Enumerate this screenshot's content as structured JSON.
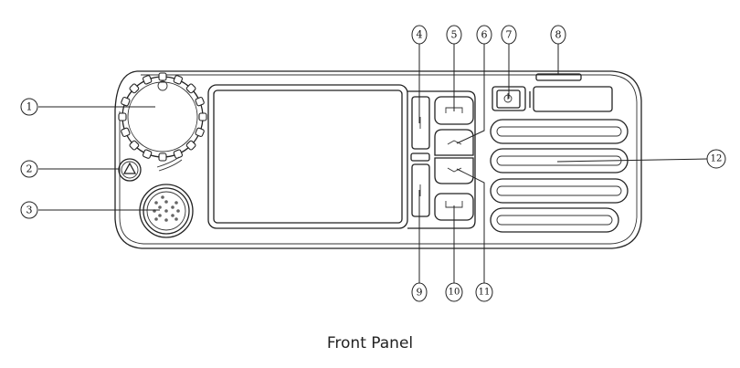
{
  "diagram": {
    "callouts": [
      {
        "label": "1"
      },
      {
        "label": "2"
      },
      {
        "label": "3"
      },
      {
        "label": "4"
      },
      {
        "label": "5"
      },
      {
        "label": "6"
      },
      {
        "label": "7"
      },
      {
        "label": "8"
      },
      {
        "label": "9"
      },
      {
        "label": "10"
      },
      {
        "label": "11"
      },
      {
        "label": "12"
      }
    ],
    "caption": "Front Panel"
  }
}
